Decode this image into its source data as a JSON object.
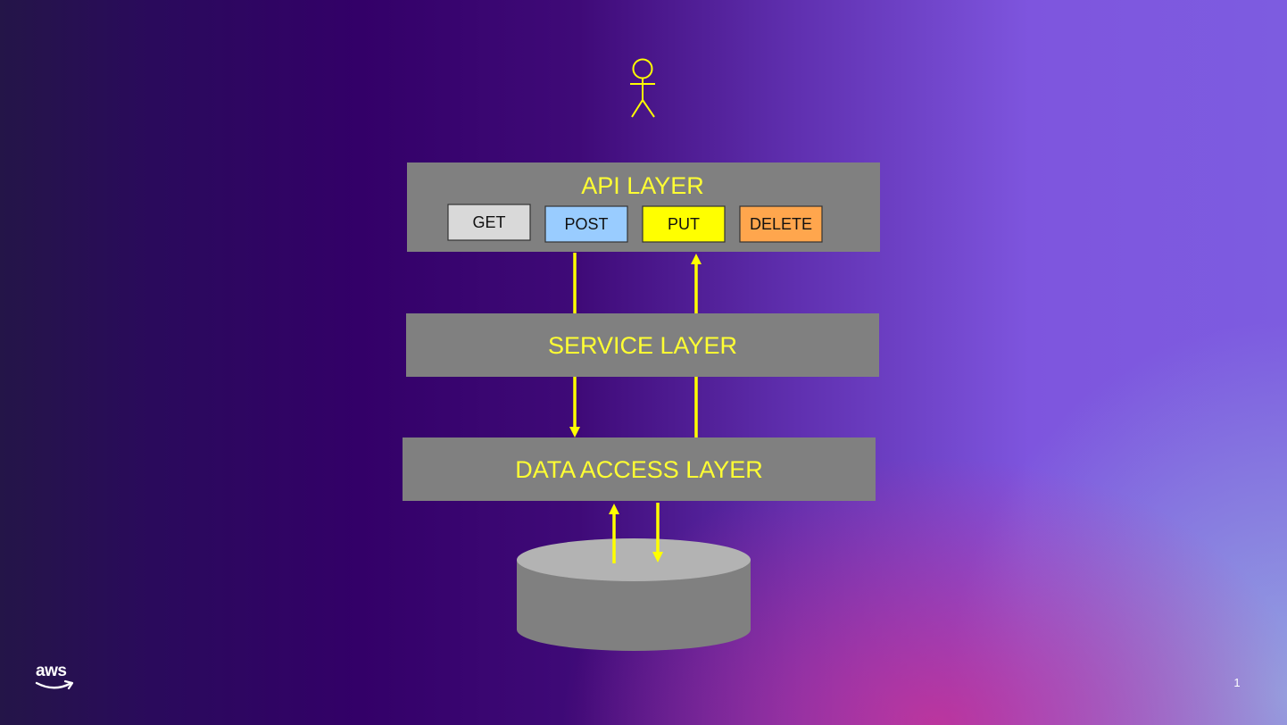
{
  "diagram": {
    "api_layer": {
      "label": "API LAYER",
      "methods": [
        {
          "label": "GET",
          "color": "#d9d9d9"
        },
        {
          "label": "POST",
          "color": "#99ccff"
        },
        {
          "label": "PUT",
          "color": "#ffff00"
        },
        {
          "label": "DELETE",
          "color": "#ffa64d"
        }
      ]
    },
    "service_layer": {
      "label": "SERVICE LAYER"
    },
    "data_access_layer": {
      "label": "DATA ACCESS LAYER"
    },
    "colors": {
      "layer_box": "#808080",
      "label_text": "#ffff33",
      "arrows": "#ffff00",
      "actor": "#ffff00",
      "database_top": "#b3b3b3",
      "database_body": "#808080"
    }
  },
  "branding": {
    "logo_text": "aws"
  },
  "page_number": "1"
}
